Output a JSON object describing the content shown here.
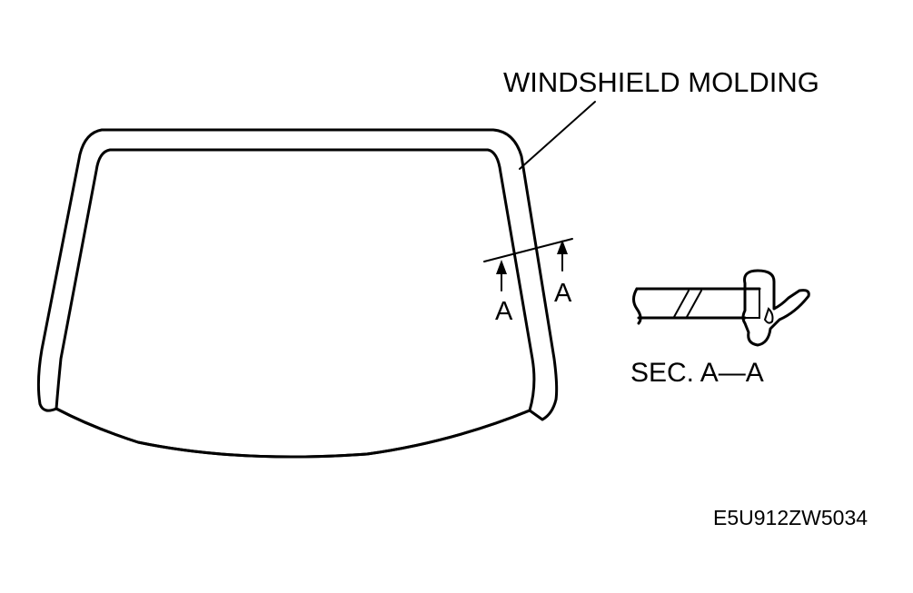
{
  "labels": {
    "windshield_molding": "WINDSHIELD MOLDING",
    "section_arrow_left": "A",
    "section_arrow_right": "A",
    "section_title": "SEC. A—A",
    "figure_code": "E5U912ZW5034"
  },
  "colors": {
    "line": "#000000",
    "background": "#ffffff"
  }
}
